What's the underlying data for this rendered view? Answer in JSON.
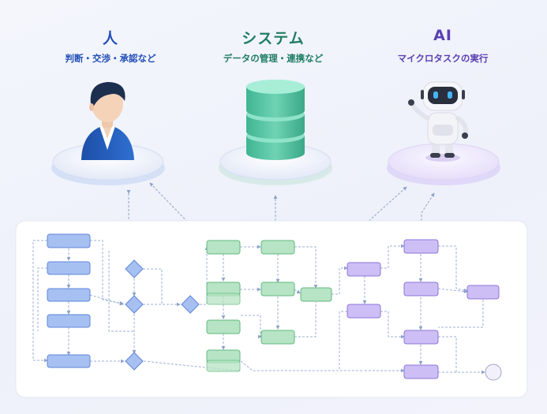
{
  "columns": [
    {
      "title": "人",
      "subtitle": "判断・交渉・承認など",
      "icon": "person-icon",
      "color": "#2350b8"
    },
    {
      "title": "システム",
      "subtitle": "データの管理・連携など",
      "icon": "database-icon",
      "color": "#1f7d63"
    },
    {
      "title": "AI",
      "subtitle": "マイクロタスクの実行",
      "icon": "robot-icon",
      "color": "#5b3fb4"
    }
  ],
  "colors": {
    "human_node": "#8fb0ef",
    "human_stroke": "#5a82da",
    "system_node": "#a6dcb6",
    "system_stroke": "#5fb67c",
    "ai_node": "#c7b8f2",
    "ai_stroke": "#8a72d8",
    "panel": "#ffffff"
  }
}
